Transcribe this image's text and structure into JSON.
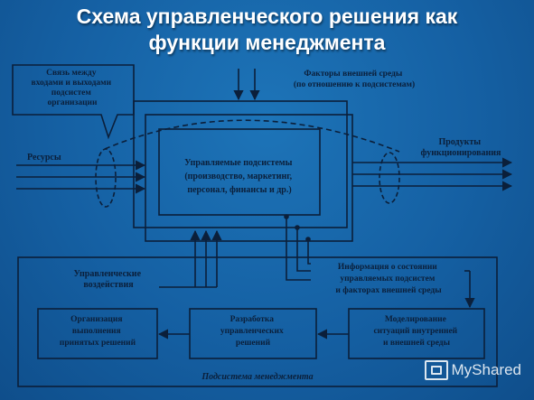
{
  "title": {
    "line1": "Схема управленческого решения как",
    "line2": "функции менеджмента"
  },
  "diagram": {
    "callout": [
      "Связь между",
      "входами и выходами",
      "подсистем",
      "организации"
    ],
    "env_factors": [
      "Факторы внешней среды",
      "(по отношению к подсистемам)"
    ],
    "resources": "Ресурсы",
    "products": [
      "Продукты",
      "функционирования"
    ],
    "managed": [
      "Управляемые подсистемы",
      "(производство, маркетинг,",
      "персонал, финансы и др.)"
    ],
    "impacts": [
      "Управленческие",
      "воздействия"
    ],
    "info": [
      "Информация о состоянии",
      "управляемых подсистем",
      "и факторах внешней среды"
    ],
    "box_org": [
      "Организация",
      "выполнения",
      "принятых решений"
    ],
    "box_dev": [
      "Разработка",
      "управленческих",
      "решений"
    ],
    "box_model": [
      "Моделирование",
      "ситуаций внутренней",
      "и внешней среды"
    ],
    "subsystem": "Подсистема менеджмента"
  },
  "watermark": "MyShared",
  "colors": {
    "line": "#0b1f3a",
    "text": "#0b1f3a",
    "title": "#ffffff"
  }
}
